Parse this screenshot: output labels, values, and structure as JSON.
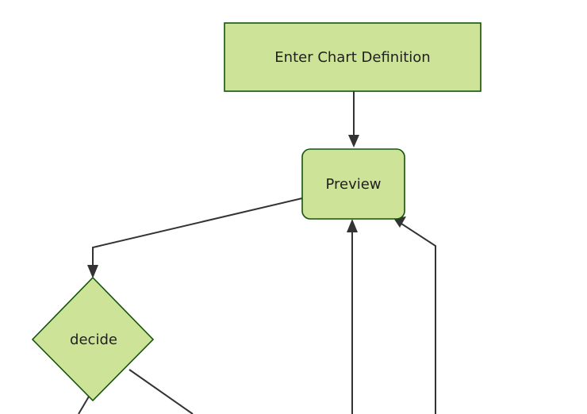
{
  "diagram": {
    "type": "flowchart",
    "direction": "top-down",
    "background_color": "#ffffff",
    "node_fill_color": "#cde498",
    "node_stroke_color": "#13540c",
    "node_text_color": "#212121",
    "edge_color": "#333333",
    "nodes": [
      {
        "id": "enter-chart-definition",
        "label": "Enter Chart Definition",
        "shape": "rectangle"
      },
      {
        "id": "preview",
        "label": "Preview",
        "shape": "rounded-rectangle"
      },
      {
        "id": "decide",
        "label": "decide",
        "shape": "diamond"
      }
    ],
    "edges": [
      {
        "from": "enter-chart-definition",
        "to": "preview",
        "label": ""
      },
      {
        "from": "preview",
        "to": "decide",
        "label": ""
      },
      {
        "from": "below-center",
        "to": "preview",
        "label": ""
      },
      {
        "from": "below-right",
        "to": "preview",
        "label": ""
      },
      {
        "from": "decide",
        "to": "below-left",
        "label": ""
      },
      {
        "from": "decide",
        "to": "below-right-branch",
        "label": ""
      }
    ]
  }
}
